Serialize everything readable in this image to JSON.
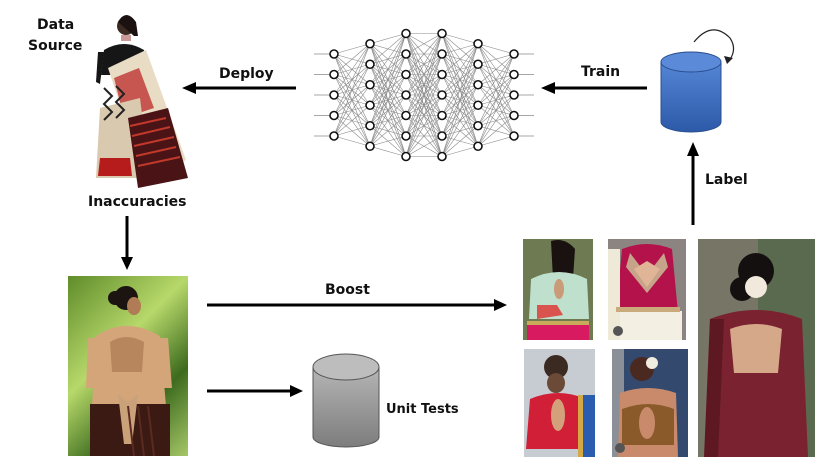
{
  "labels": {
    "data_source_line1": "Data",
    "data_source_line2": "Source",
    "deploy": "Deploy",
    "train": "Train",
    "label": "Label",
    "inaccuracies": "Inaccuracies",
    "boost": "Boost",
    "unit_tests": "Unit Tests"
  },
  "nodes": {
    "data_source_image": "Woman in patterned saree (cream, black, red)",
    "inaccuracy_image": "Woman from back in beige blouse with tie, green background",
    "neural_network": {
      "layers": [
        5,
        6,
        7,
        7,
        6,
        5
      ]
    },
    "training_db": {
      "type": "cylinder",
      "color": "#3f6fc0",
      "refresh_arrow": true
    },
    "unit_test_db": {
      "type": "cylinder",
      "color": "#9a9a9a"
    },
    "boosted_images": [
      "Mint blouse with keyhole back",
      "Red blouse with lattice diamond back",
      "Red blouse with keyhole back and blue dupatta",
      "Brown embroidered blouse with keyhole back",
      "Maroon saree with open round back"
    ]
  },
  "colors": {
    "arrow": "#000000",
    "db_blue": "#3f6fc0",
    "db_gray": "#9a9a9a"
  }
}
